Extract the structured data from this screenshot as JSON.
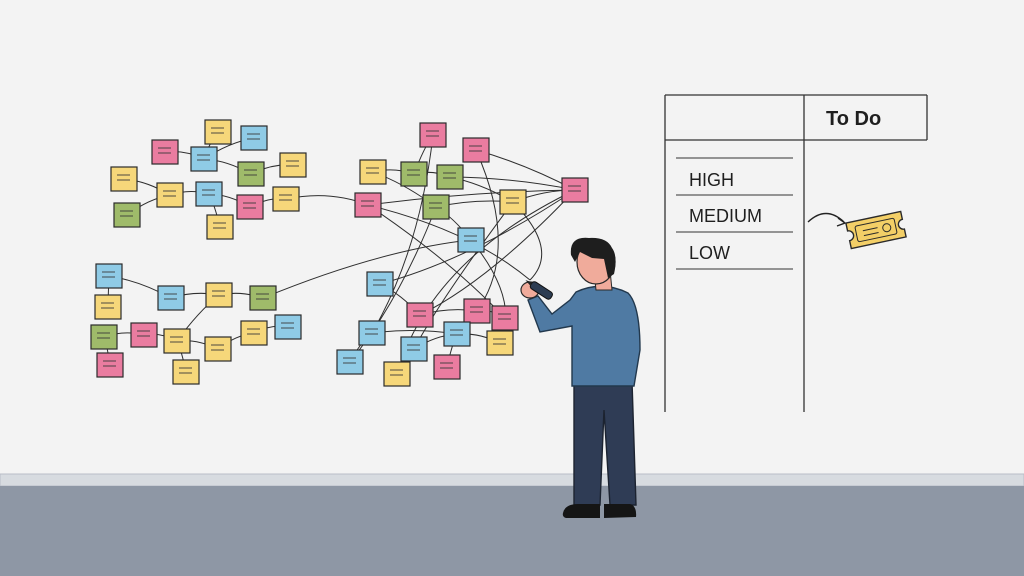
{
  "board": {
    "column_header": "To Do",
    "priorities": [
      "HIGH",
      "MEDIUM",
      "LOW"
    ]
  },
  "colors": {
    "wall": "#f3f3f3",
    "floor": "#8e97a5",
    "baseboard": "#d7dbe0",
    "sticky_yellow": "#f6d77a",
    "sticky_blue": "#8fcbe6",
    "sticky_pink": "#ea7ca0",
    "sticky_green": "#9fbb6a",
    "shirt": "#4f7aa3",
    "pants": "#2f3c55",
    "hair": "#1e1e1e",
    "skin": "#f0ab9b",
    "ticket": "#f3cf67"
  },
  "icons": {
    "ticket": "ticket-icon",
    "arrow": "curved-arrow-icon",
    "marker": "marker-icon"
  }
}
